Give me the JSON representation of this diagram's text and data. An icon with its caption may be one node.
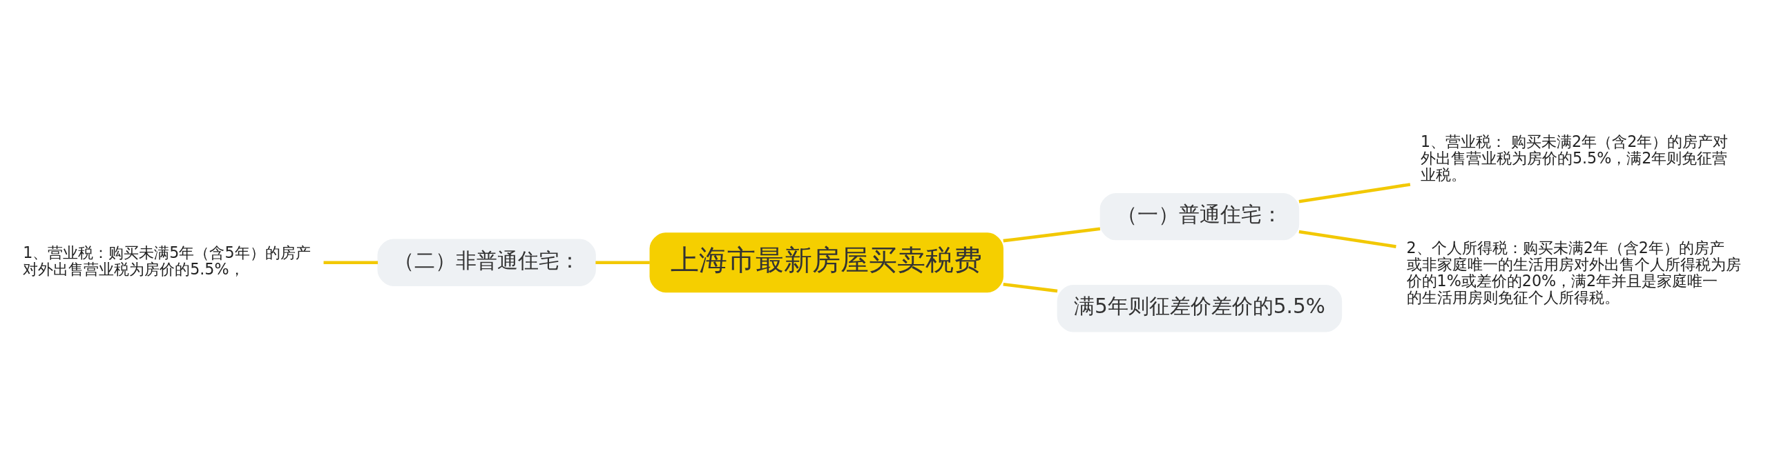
{
  "diagram": {
    "nodes": [
      {
        "text": [
          "上海市最新房屋买卖税费"
        ]
      },
      {
        "text": [
          "（一）普通住宅："
        ]
      },
      {
        "text": [
          "1、营业税： 购买未满2年（含2年）的房产对外出售营业税为房价的5.5%，满2年则免征营业税。"
        ]
      },
      {
        "text": [
          "2、个人所得税：购买未满2年（含2年）的房产或非家庭唯一的生活用房对外出售个人所得税为房价的1%或差价的20%，满2年并且是家庭唯一的生活用房则免征个人所得税。"
        ]
      },
      {
        "text": [
          "满5年则征差价差价的5.5%"
        ]
      },
      {
        "text": [
          "（二）非普通住宅："
        ]
      },
      {
        "text": [
          "1、营业税：购买未满5年（含5年）的房产对外出售营业税为房价的5.5%，"
        ]
      }
    ],
    "edges": [
      {
        "from": 0,
        "to": 1,
        "arrow": "none"
      },
      {
        "from": 1,
        "to": 2,
        "arrow": "none"
      },
      {
        "from": 1,
        "to": 3,
        "arrow": "none"
      },
      {
        "from": 0,
        "to": 4,
        "arrow": "none"
      },
      {
        "from": 5,
        "to": 0,
        "arrow": "none"
      },
      {
        "from": 6,
        "to": 5,
        "arrow": "none"
      }
    ]
  }
}
